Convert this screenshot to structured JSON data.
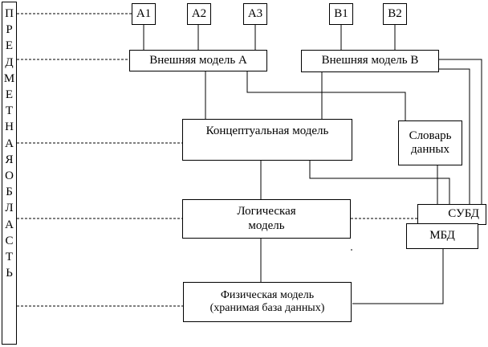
{
  "subject_area": {
    "label": "ПРЕДМЕТНАЯ  ОБЛАСТЬ"
  },
  "users": {
    "a1": "A1",
    "a2": "A2",
    "a3": "A3",
    "b1": "B1",
    "b2": "B2"
  },
  "external_models": {
    "a": "Внешняя модель А",
    "b": "Внешняя модель В"
  },
  "conceptual_model": "Концептуальная модель",
  "data_dictionary": {
    "line1": "Словарь",
    "line2": "данных"
  },
  "logical_model": {
    "line1": "Логическая",
    "line2": "модель"
  },
  "dbms": "СУБД",
  "db_machine": "МБД",
  "physical_model": {
    "line1": "Физическая модель",
    "line2": "(хранимая база данных)"
  }
}
